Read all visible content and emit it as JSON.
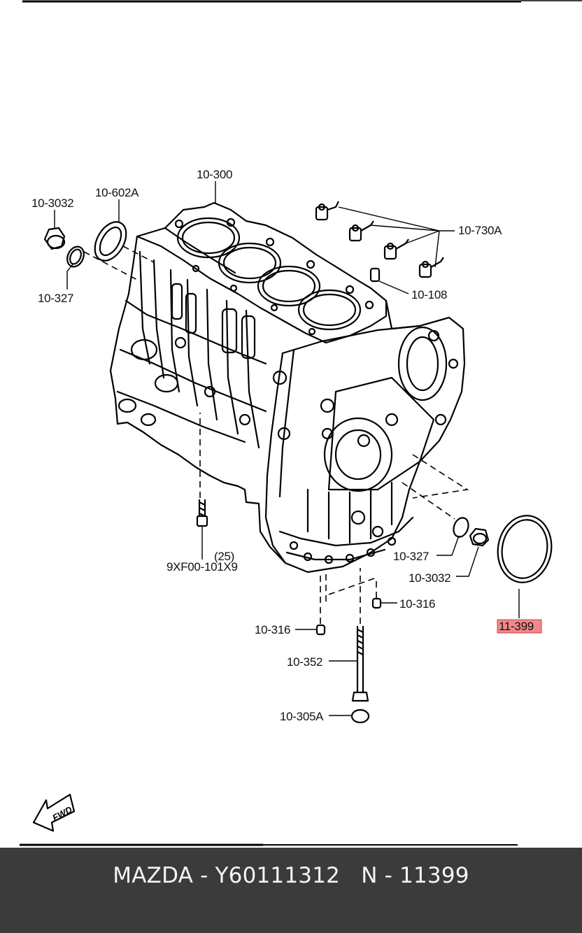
{
  "labels": {
    "p10_300": "10-300",
    "p10_602a": "10-602A",
    "p10_3032_top": "10-3032",
    "p10_327_top": "10-327",
    "p10_730a": "10-730A",
    "p10_108": "10-108",
    "p25": "(25)",
    "p9xf00": "9XF00-101X9",
    "p10_327_right": "10-327",
    "p10_3032_right": "10-3032",
    "p10_316_right": "10-316",
    "p10_316_left": "10-316",
    "p10_352": "10-352",
    "p10_305a": "10-305A",
    "p11_399": "11-399",
    "fwd": "FWD"
  },
  "highlight": {
    "part": "11-399",
    "color": "#f08a8a",
    "border": "#d94040"
  },
  "caption": {
    "text": "MAZDA - Y60111312   N - 11399",
    "background": "#3b3b3b",
    "color": "#f4f4f4"
  }
}
